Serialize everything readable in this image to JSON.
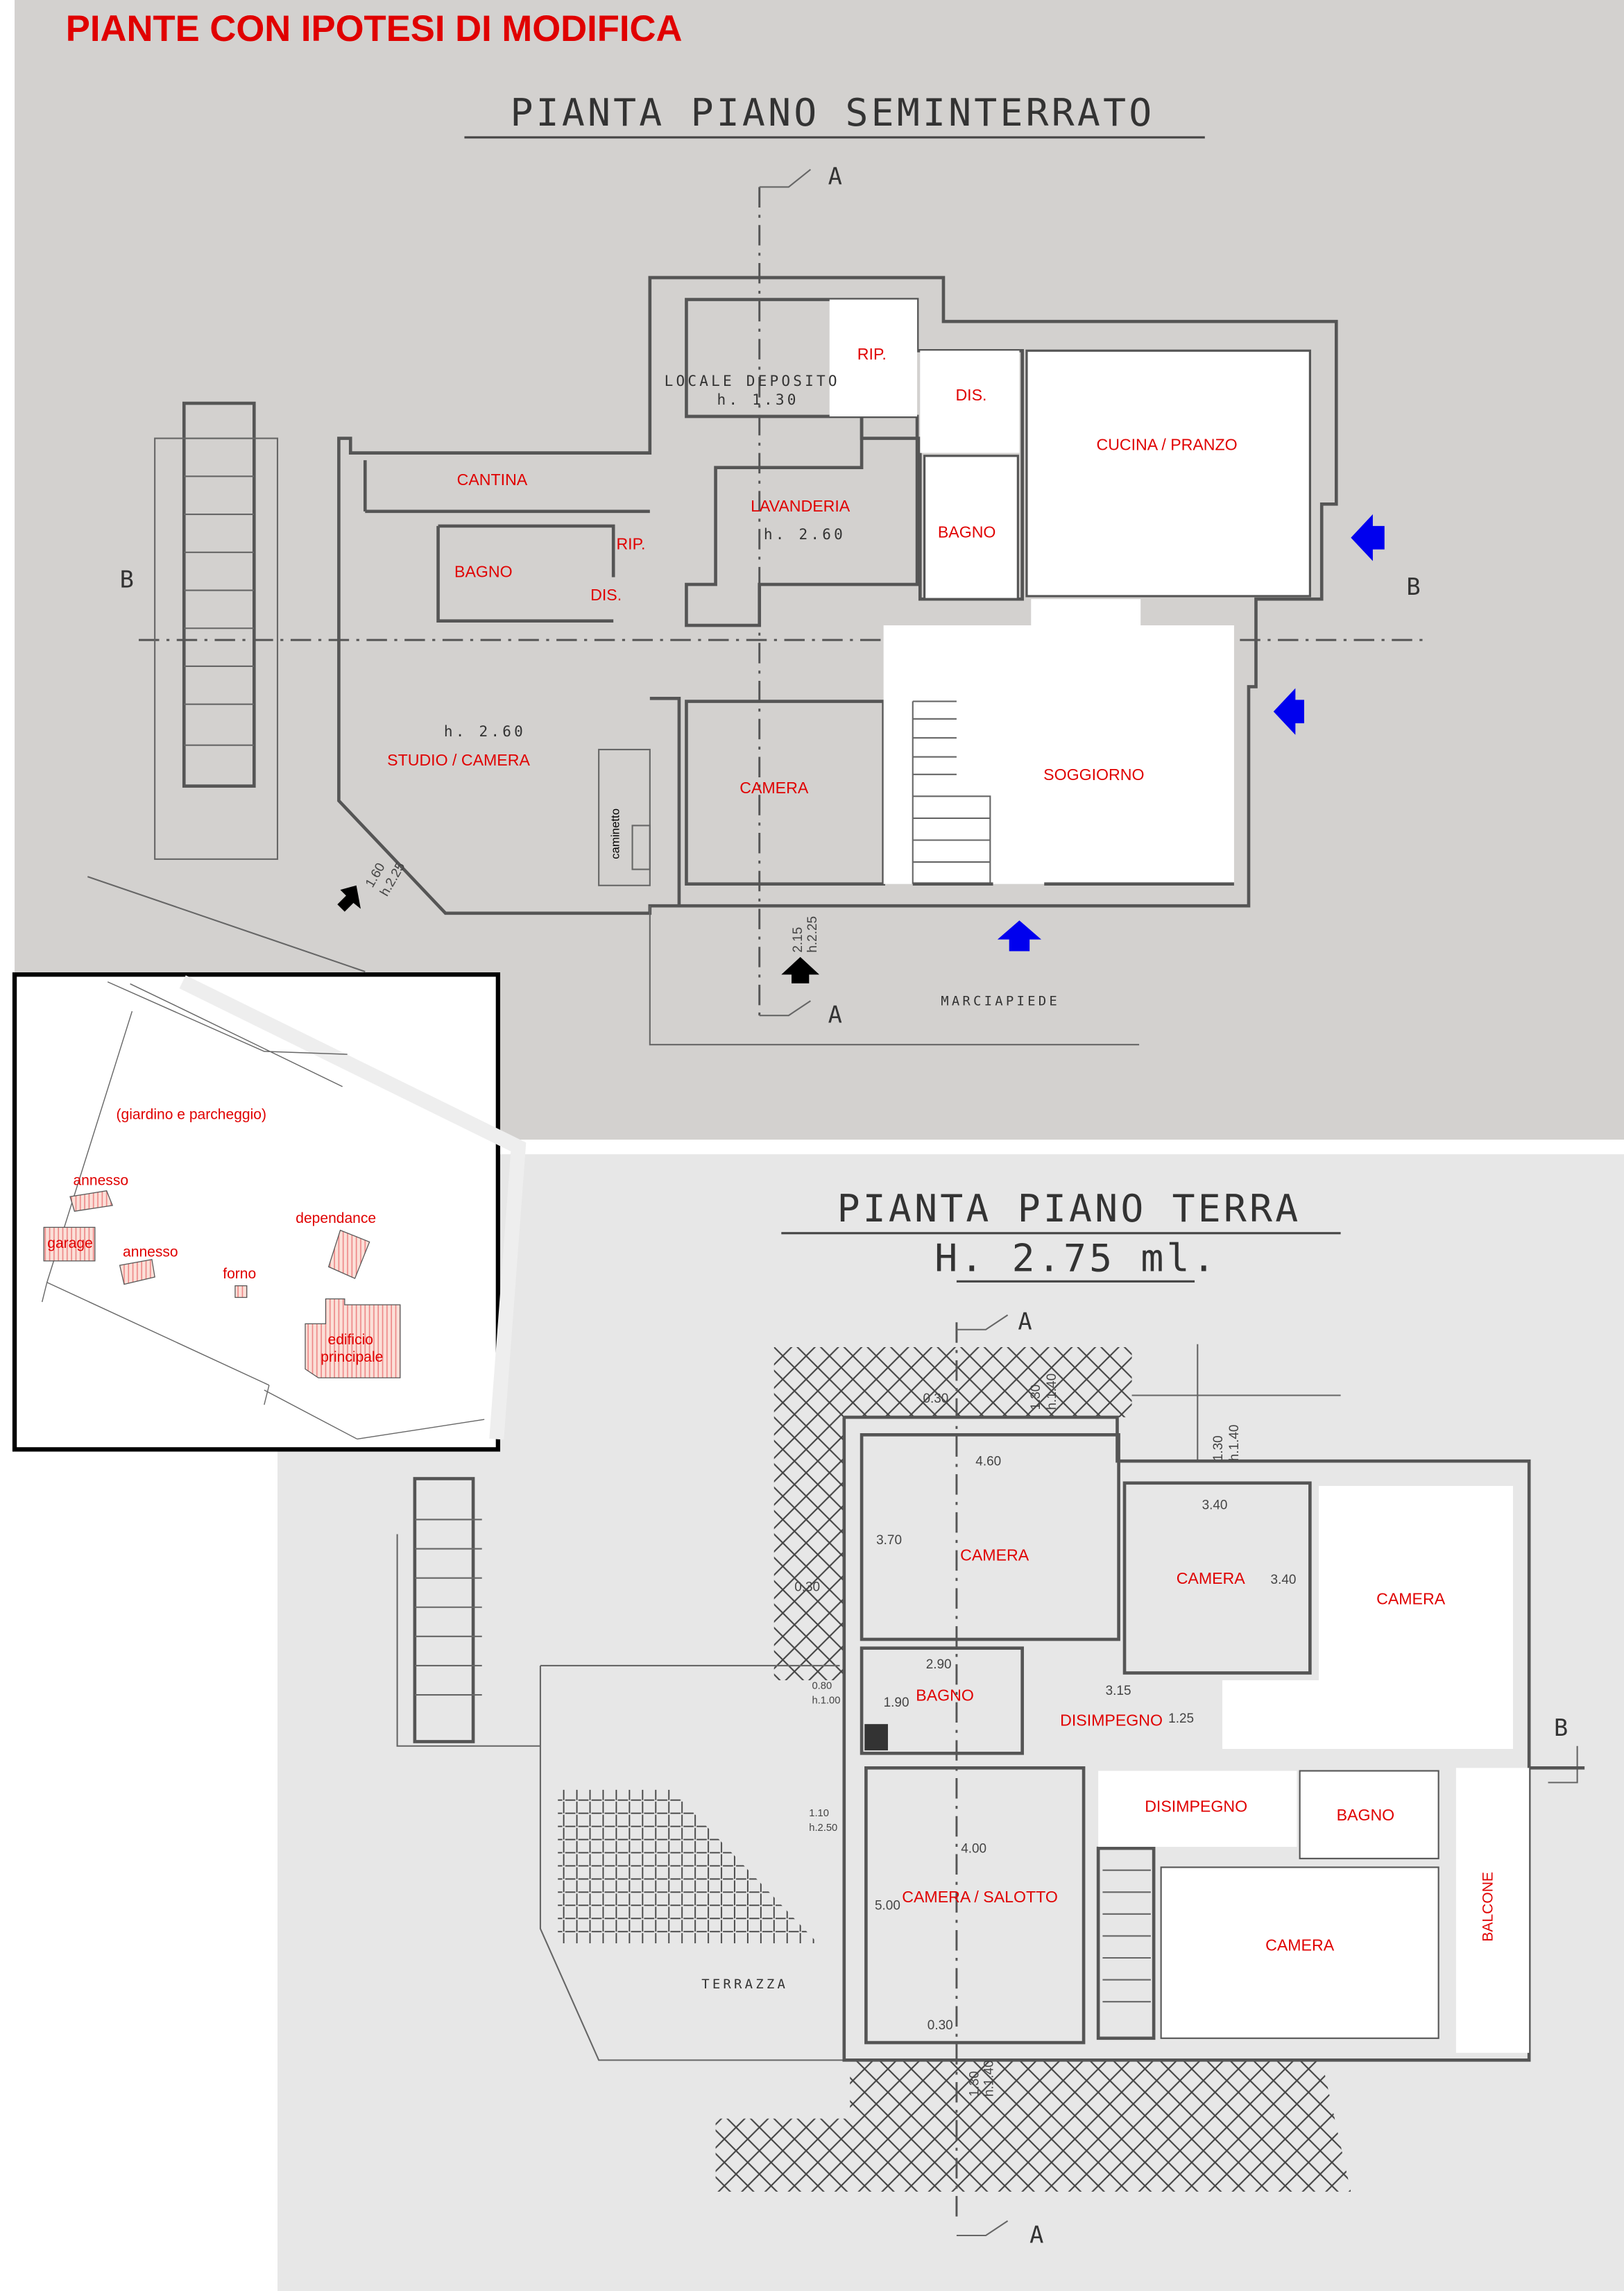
{
  "title": "PIANTE CON IPOTESI DI MODIFICA",
  "colors": {
    "label": "#e00000",
    "arrow_blue": "#0000ee",
    "sheet_top": "#d3d1cf",
    "sheet_bottom": "#e7e7e7",
    "hatch": "#f2b8a8"
  },
  "basement": {
    "title": "PIANTA PIANO SEMINTERRATO",
    "section_a": "A",
    "section_b": "B",
    "rooms": {
      "locale_deposito": "LOCALE DEPOSITO",
      "locale_deposito_h": "h. 1.30",
      "rip1": "RIP.",
      "dis1": "DIS.",
      "cucina": "CUCINA / PRANZO",
      "cantina": "CANTINA",
      "lavanderia": "LAVANDERIA",
      "lavanderia_h": "h. 2.60",
      "bagno1": "BAGNO",
      "bagno2": "BAGNO",
      "rip2": "RIP.",
      "dis2": "DIS.",
      "studio_h": "h. 2.60",
      "studio": "STUDIO / CAMERA",
      "camera": "CAMERA",
      "soggiorno": "SOGGIORNO",
      "caminetto": "caminetto",
      "marciapiede": "MARCIAPIEDE"
    },
    "dims": {
      "d1a": "1.60",
      "d1b": "h.2.25",
      "d2a": "2.15",
      "d2b": "h.2.25"
    }
  },
  "site_map": {
    "giardino": "(giardino e parcheggio)",
    "annesso1": "annesso",
    "garage": "garage",
    "annesso2": "annesso",
    "forno": "forno",
    "dependance": "dependance",
    "edificio_1": "edificio",
    "edificio_2": "principale"
  },
  "ground": {
    "title": "PIANTA PIANO TERRA",
    "height": "H. 2.75 ml.",
    "section_a": "A",
    "section_b": "B",
    "rooms": {
      "camera1": "CAMERA",
      "camera2": "CAMERA",
      "camera3": "CAMERA",
      "bagno1": "BAGNO",
      "disimpegno1": "DISIMPEGNO",
      "disimpegno2": "DISIMPEGNO",
      "bagno2": "BAGNO",
      "camera_salotto": "CAMERA / SALOTTO",
      "camera4": "CAMERA",
      "terrazza": "TERRAZZA",
      "balcone": "BALCONE"
    },
    "dims": {
      "w030a": "0.30",
      "win1a": "1.30",
      "win1b": "h.1.40",
      "w460": "4.60",
      "win2a": "1.30",
      "win2b": "h.1.40",
      "w340a": "3.40",
      "h370": "3.70",
      "w030b": "0.30",
      "h340": "3.40",
      "w290": "2.90",
      "win3a": "0.80",
      "win3b": "h.1.00",
      "h190": "1.90",
      "w315": "3.15",
      "h125": "1.25",
      "win4a": "1.10",
      "win4b": "h.2.50",
      "w400": "4.00",
      "h500": "5.00",
      "w030c": "0.30",
      "win5a": "1.30",
      "win5b": "h.1.40"
    }
  }
}
